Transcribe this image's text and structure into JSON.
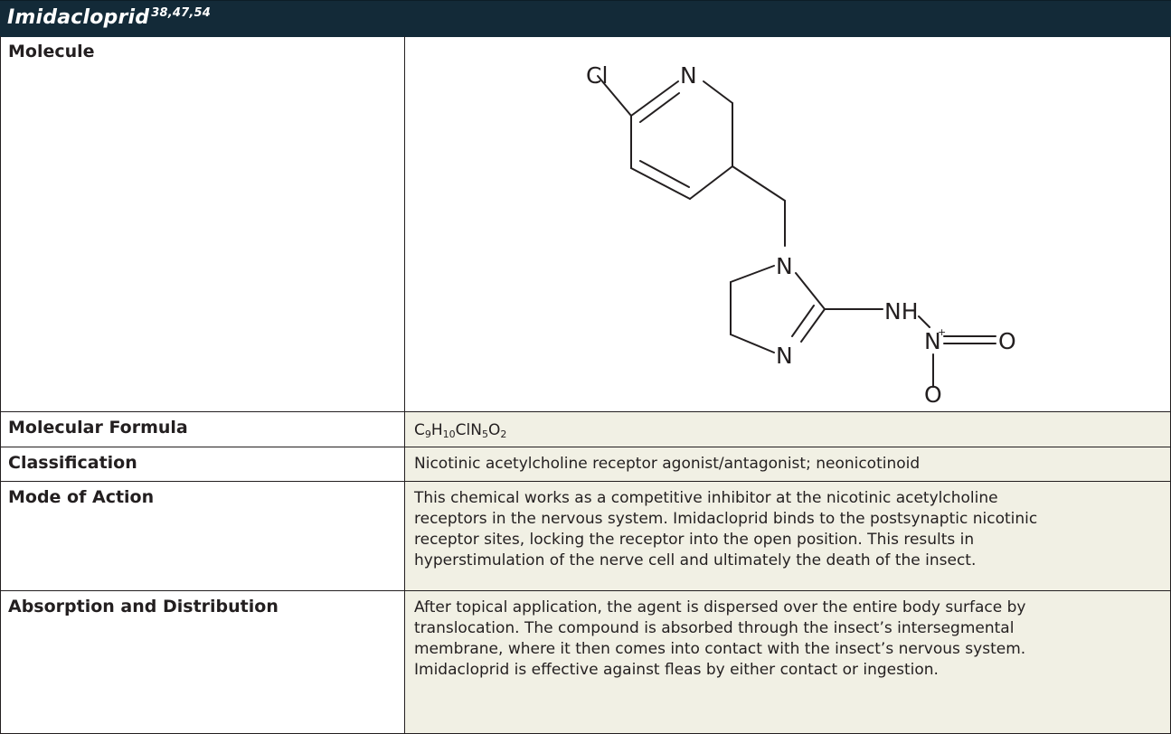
{
  "header": {
    "title": "Imidacloprid",
    "refs": "38,47,54"
  },
  "rows": {
    "molecule": {
      "label": "Molecule"
    },
    "formula": {
      "label": "Molecular Formula",
      "parts": [
        "C",
        "9",
        "H",
        "10",
        "ClN",
        "5",
        "O",
        "2"
      ]
    },
    "classification": {
      "label": "Classification",
      "value": "Nicotinic acetylcholine receptor agonist/antagonist; neonicotinoid"
    },
    "mode": {
      "label": "Mode of Action",
      "lines": [
        "This chemical works as a competitive inhibitor at the nicotinic acetylcholine",
        "receptors in the nervous system. Imidacloprid binds to the postsynaptic nicotinic",
        "receptor sites, locking the receptor into the open position. This results in",
        "hyperstimulation of the nerve cell and ultimately the death of the insect."
      ]
    },
    "absorption": {
      "label": "Absorption and Distribution",
      "lines": [
        "After topical application, the agent is dispersed over the entire body surface by",
        "translocation. The compound is absorbed through the insect’s intersegmental",
        "membrane, where it then comes into contact with the insect’s nervous system.",
        "Imidacloprid is effective against fleas by either contact or ingestion."
      ]
    }
  },
  "molecule_atoms": {
    "cl": "Cl",
    "n_ring": "N",
    "n1": "N",
    "n3": "N",
    "nh": "NH",
    "n_nitro": "N",
    "plus": "+",
    "o_double": "O",
    "o_single": "O"
  }
}
